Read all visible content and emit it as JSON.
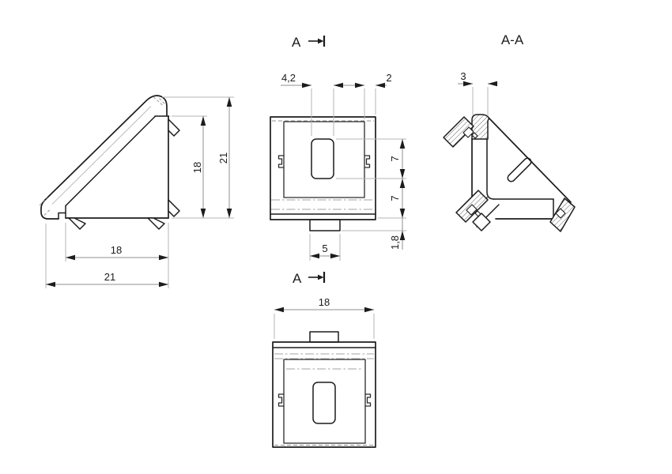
{
  "drawing": {
    "background": "#ffffff",
    "colors": {
      "line_color": "#1c1c1c",
      "dimension_line_color": "#8f8f8f",
      "extension_line_color": "#b5b5b5",
      "hatch_color": "#555555"
    },
    "views": {
      "side_view": {
        "dim_height_inner": "18",
        "dim_height_total": "21",
        "dim_width_inner": "18",
        "dim_width_total": "21"
      },
      "front_view": {
        "section_marker": "A",
        "dim_slot_width": "4,2",
        "dim_edge_offset": "2",
        "dim_slot_height": "7",
        "dim_bottom_section": "7",
        "dim_tab_width": "5",
        "dim_tab_height": "1,8"
      },
      "section_view": {
        "title": "A-A",
        "dim_wall_thickness": "3"
      },
      "top_view": {
        "section_marker": "A",
        "dim_width": "18"
      }
    }
  }
}
